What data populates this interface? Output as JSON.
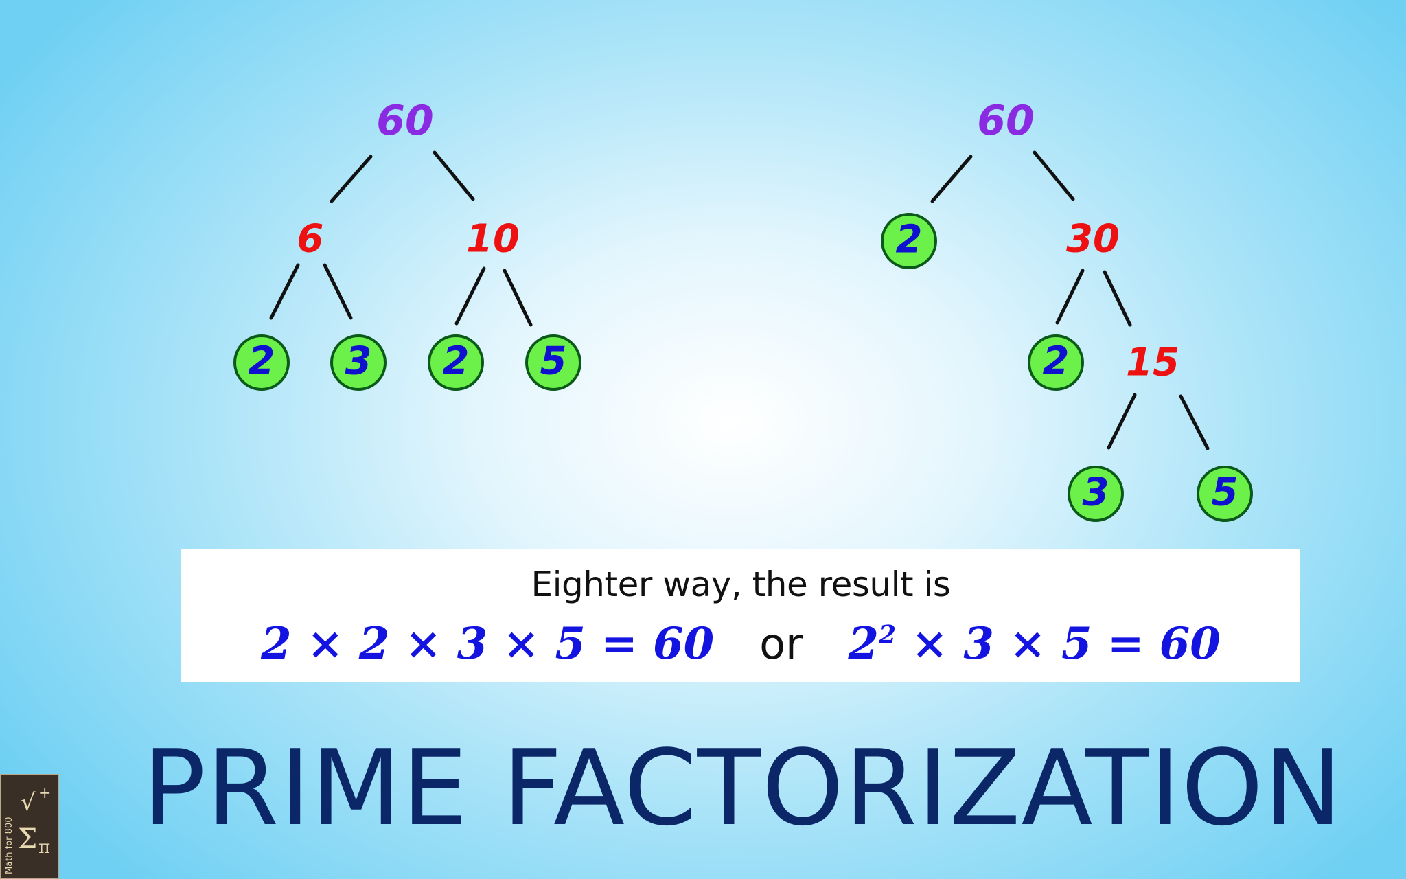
{
  "trees": {
    "left": {
      "root": "60",
      "level1": [
        "6",
        "10"
      ],
      "primes": [
        "2",
        "3",
        "2",
        "5"
      ]
    },
    "right": {
      "root": "60",
      "level1_prime": "2",
      "level1_composite": "30",
      "level2_prime": "2",
      "level2_composite": "15",
      "level3_primes": [
        "3",
        "5"
      ]
    }
  },
  "result": {
    "caption": "Eighter way, the result is",
    "equation1": "2 × 2 × 3 × 5 = 60",
    "or_word": "or",
    "equation2_base": "2",
    "equation2_exp": "2",
    "equation2_rest": "× 3 × 5 = 60"
  },
  "title": "PRIME FACTORIZATION",
  "logo": {
    "text": "Math for 800"
  },
  "colors": {
    "root": "#8a2be2",
    "composite": "#ee1111",
    "prime_text": "#1010d0",
    "prime_fill": "#6cf04a",
    "title": "#0b2768",
    "equation": "#1414e0"
  }
}
